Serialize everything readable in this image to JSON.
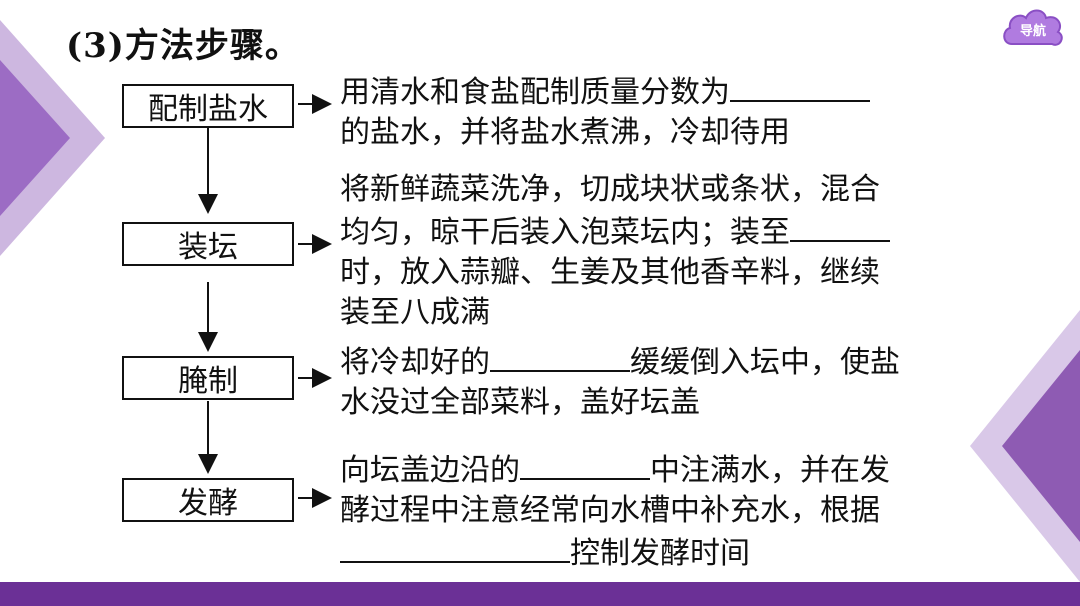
{
  "title": "(3)方法步骤。",
  "nav_label": "导航",
  "steps": [
    {
      "label": "配制盐水"
    },
    {
      "label": "装坛"
    },
    {
      "label": "腌制"
    },
    {
      "label": "发酵"
    }
  ],
  "descriptions": {
    "s1": {
      "l1": "用清水和食盐配制质量分数为",
      "l2": "的盐水，并将盐水煮沸，冷却待用"
    },
    "s2": {
      "l1": "将新鲜蔬菜洗净，切成块状或条状，混合",
      "l2a": "均匀，晾干后装入泡菜坛内；装至",
      "l3": "时，放入蒜瓣、生姜及其他香辛料，继续",
      "l4": "装至八成满"
    },
    "s3": {
      "l1a": "将冷却好的",
      "l1b": "缓缓倒入坛中，使盐",
      "l2": "水没过全部菜料，盖好坛盖"
    },
    "s4": {
      "l1a": "向坛盖边沿的",
      "l1b": "中注满水，并在发",
      "l2": "酵过程中注意经常向水槽中补充水，根据",
      "l3b": "控制发酵时间"
    }
  },
  "colors": {
    "bar": "#6b3096",
    "triangle_dark": "#8e5bb3",
    "triangle_light": "#cdb7e0",
    "badge": "#b07be0"
  }
}
